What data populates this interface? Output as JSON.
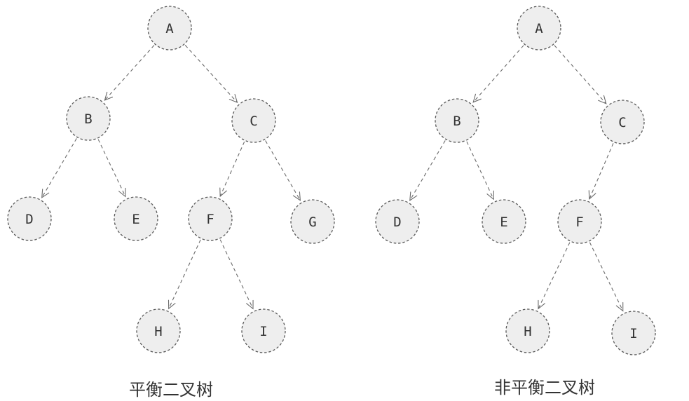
{
  "trees": [
    {
      "caption": "平衡二叉树",
      "nodes": [
        {
          "id": "A",
          "label": "A"
        },
        {
          "id": "B",
          "label": "B"
        },
        {
          "id": "C",
          "label": "C"
        },
        {
          "id": "D",
          "label": "D"
        },
        {
          "id": "E",
          "label": "E"
        },
        {
          "id": "F",
          "label": "F"
        },
        {
          "id": "G",
          "label": "G"
        },
        {
          "id": "H",
          "label": "H"
        },
        {
          "id": "I",
          "label": "I"
        }
      ],
      "edges": [
        [
          "A",
          "B"
        ],
        [
          "A",
          "C"
        ],
        [
          "B",
          "D"
        ],
        [
          "B",
          "E"
        ],
        [
          "C",
          "F"
        ],
        [
          "C",
          "G"
        ],
        [
          "F",
          "H"
        ],
        [
          "F",
          "I"
        ]
      ]
    },
    {
      "caption": "非平衡二叉树",
      "nodes": [
        {
          "id": "A",
          "label": "A"
        },
        {
          "id": "B",
          "label": "B"
        },
        {
          "id": "C",
          "label": "C"
        },
        {
          "id": "D",
          "label": "D"
        },
        {
          "id": "E",
          "label": "E"
        },
        {
          "id": "F",
          "label": "F"
        },
        {
          "id": "H",
          "label": "H"
        },
        {
          "id": "I",
          "label": "I"
        }
      ],
      "edges": [
        [
          "A",
          "B"
        ],
        [
          "A",
          "C"
        ],
        [
          "B",
          "D"
        ],
        [
          "B",
          "E"
        ],
        [
          "C",
          "F"
        ],
        [
          "F",
          "H"
        ],
        [
          "F",
          "I"
        ]
      ]
    }
  ]
}
